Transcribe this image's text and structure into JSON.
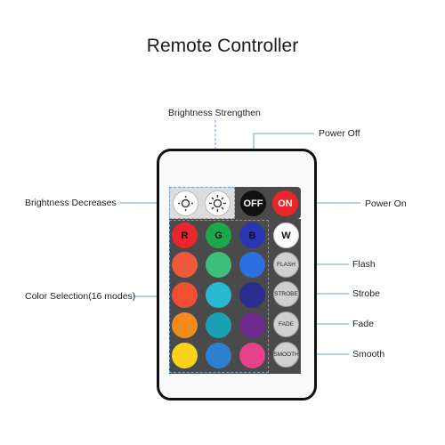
{
  "title": "Remote Controller",
  "labels": {
    "brightness_up": "Brightness Strengthen",
    "brightness_down": "Brightness Decreases",
    "power_off": "Power Off",
    "power_on": "Power On",
    "color_selection": "Color Selection(16 modes)",
    "flash": "Flash",
    "strobe": "Strobe",
    "fade": "Fade",
    "smooth": "Smooth"
  },
  "buttons": {
    "off": "OFF",
    "on": "ON",
    "r": "R",
    "g": "G",
    "b": "B",
    "w": "W",
    "flash": "FLASH",
    "strobe": "STROBE",
    "fade": "FADE",
    "smooth": "SMOOTH"
  },
  "colors": {
    "line": "#6fa0d6",
    "off_button": "#111111",
    "on_button": "#e8262b",
    "r": "#e8262b",
    "g": "#1aa84b",
    "b": "#2a35b5",
    "w": "#ffffff",
    "grid": [
      "#ee5a3c",
      "#3bbf7a",
      "#2d6fe0",
      "#f0502f",
      "#2ab7d0",
      "#2b2d8f",
      "#f28a1e",
      "#1b9fb4",
      "#6a2a8e",
      "#fbd21a",
      "#2f7fd0",
      "#ea3f8a"
    ]
  }
}
